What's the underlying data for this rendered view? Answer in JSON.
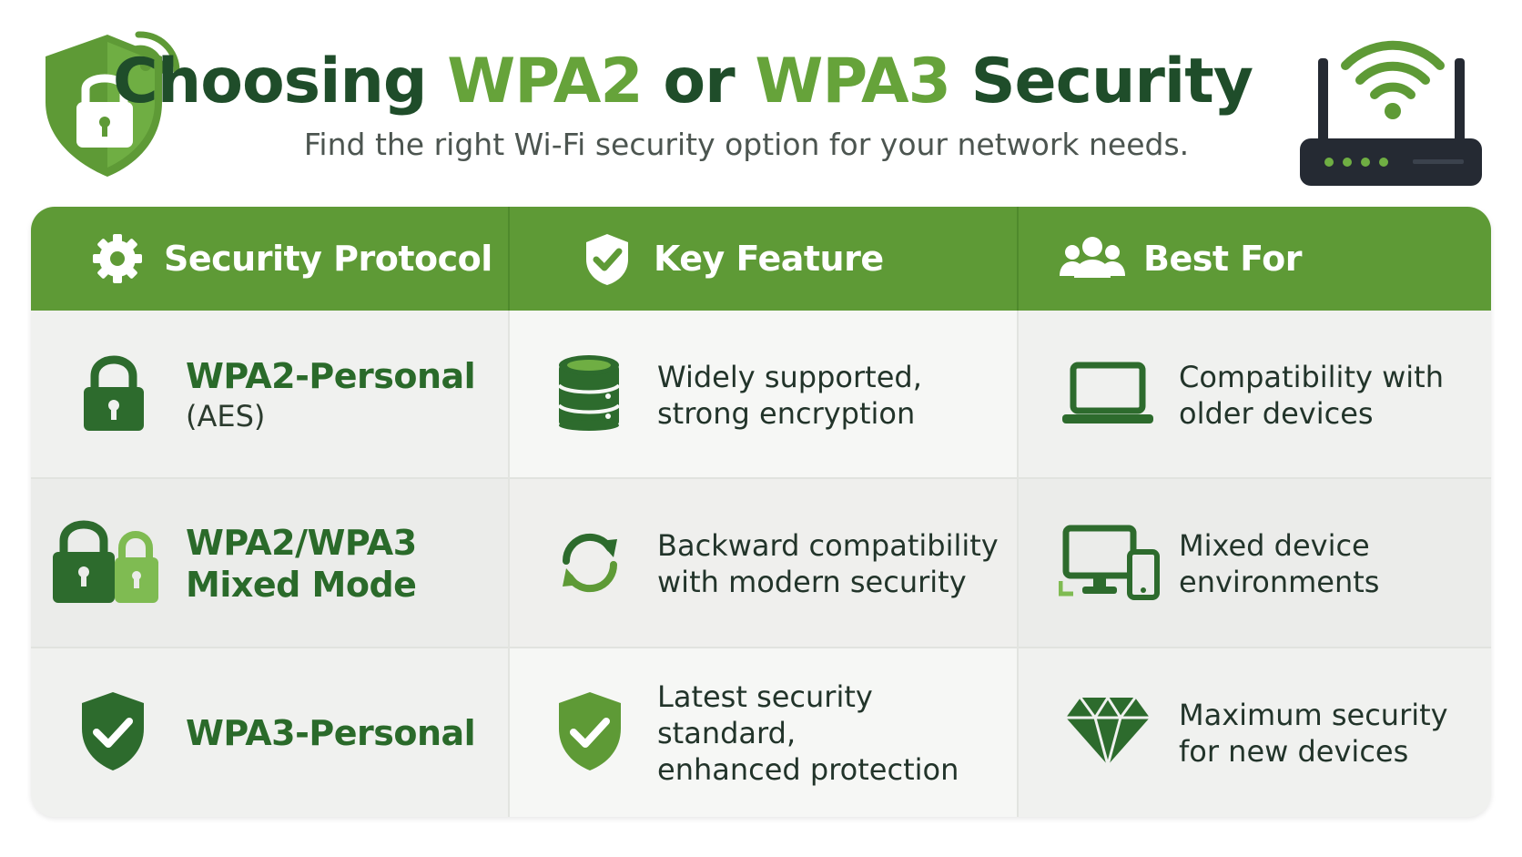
{
  "header": {
    "title_prefix": "Choosing ",
    "title_accent_1": "WPA2",
    "title_middle": " or ",
    "title_accent_2": "WPA3",
    "title_suffix": " Security",
    "subtitle": "Find the right Wi-Fi security option for your network needs."
  },
  "colors": {
    "accent_green": "#66a33a",
    "header_green": "#5e9a36",
    "dark_green": "#2a6a2a",
    "router_dark": "#252a33"
  },
  "icons": {
    "logo": "shield-lock-wifi-icon",
    "router": "wifi-router-icon",
    "col_protocol": "gear-icon",
    "col_feature": "shield-check-icon",
    "col_bestfor": "users-icon"
  },
  "table": {
    "columns": [
      {
        "label": "Security Protocol"
      },
      {
        "label": "Key Feature"
      },
      {
        "label": "Best For"
      }
    ],
    "rows": [
      {
        "protocol": "WPA2-Personal",
        "protocol_sub": "(AES)",
        "protocol_icon": "lock-icon",
        "feature": "Widely supported,\nstrong encryption",
        "feature_icon": "database-icon",
        "best_for": "Compatibility with\nolder devices",
        "best_for_icon": "laptop-icon"
      },
      {
        "protocol": "WPA2/WPA3",
        "protocol_sub": "Mixed Mode",
        "protocol_icon": "double-lock-icon",
        "feature": "Backward compatibility\nwith modern security",
        "feature_icon": "sync-icon",
        "best_for": "Mixed device\nenvironments",
        "best_for_icon": "desktop-phone-icon"
      },
      {
        "protocol": "WPA3-Personal",
        "protocol_sub": "",
        "protocol_icon": "shield-check-icon",
        "feature": "Latest security standard,\nenhanced protection",
        "feature_icon": "shield-check-icon",
        "best_for": "Maximum security\nfor new devices",
        "best_for_icon": "diamond-icon"
      }
    ]
  }
}
